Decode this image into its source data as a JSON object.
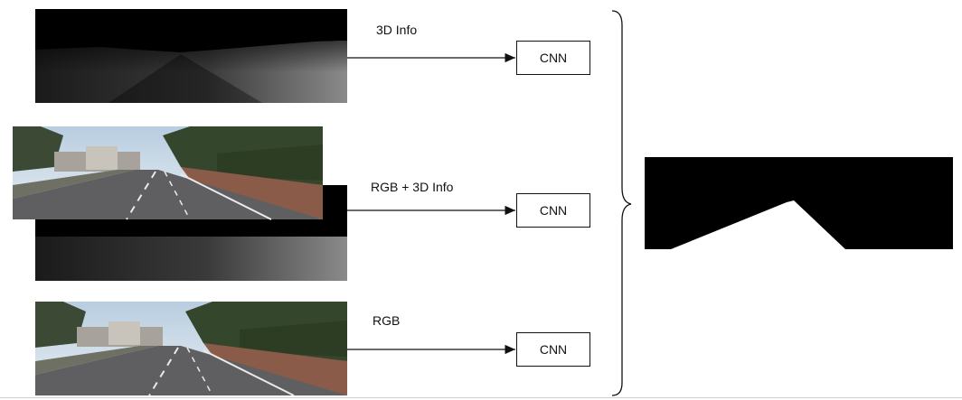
{
  "rows": [
    {
      "label": "3D Info",
      "module": "CNN",
      "input": "depth-map"
    },
    {
      "label": "RGB + 3D Info",
      "module": "CNN",
      "input": "rgb-over-depth"
    },
    {
      "label": "RGB",
      "module": "CNN",
      "input": "rgb-road"
    }
  ],
  "output": {
    "kind": "road-segmentation-mask"
  },
  "colors": {
    "stroke": "#111111",
    "mask_bg": "#000000",
    "mask_fg": "#ffffff"
  }
}
